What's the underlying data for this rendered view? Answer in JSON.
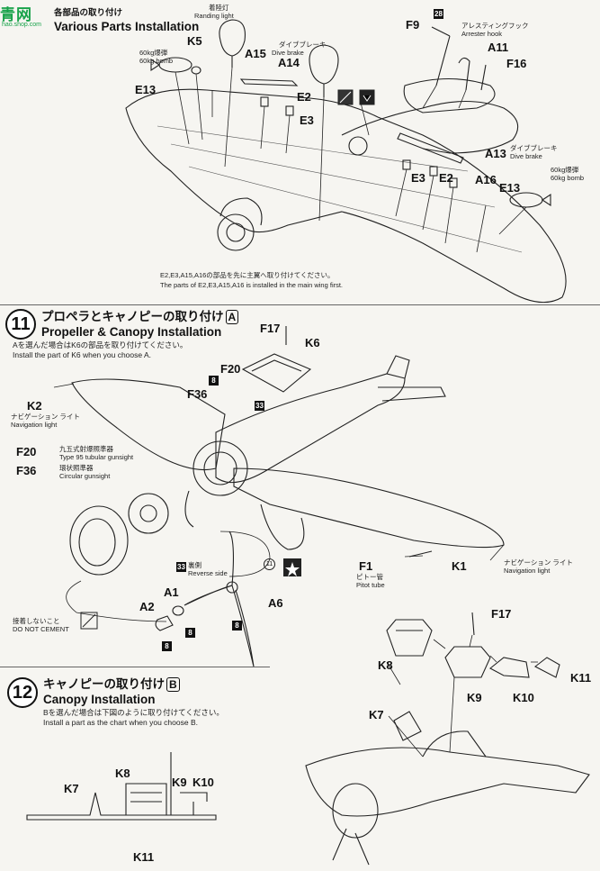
{
  "watermark": {
    "main": "青网",
    "sub": "hao.shop.com"
  },
  "step10": {
    "title_jp": "各部品の取り付け",
    "title_en": "Various Parts Installation",
    "parts": {
      "K5": "K5",
      "A15": "A15",
      "A14": "A14",
      "E2a": "E2",
      "E3a": "E3",
      "E13a": "E13",
      "F9": "F9",
      "A11": "A11",
      "F16": "F16",
      "A13": "A13",
      "E3b": "E3",
      "E2b": "E2",
      "A16": "A16",
      "E13b": "E13"
    },
    "notes": {
      "landing_light_jp": "着陸灯",
      "landing_light_en": "Randing light",
      "bomb_left_jp": "60kg爆弾",
      "bomb_left_en": "60kg bomb",
      "dive_brake_left_jp": "ダイブブレーキ",
      "dive_brake_left_en": "Dive brake",
      "arrester_jp": "アレスティングフック",
      "arrester_en": "Arrester hook",
      "dive_brake_right_jp": "ダイブブレーキ",
      "dive_brake_right_en": "Dive brake",
      "bomb_right_jp": "60kg爆弾",
      "bomb_right_en": "60kg bomb",
      "badge_28": "28"
    },
    "footnote_jp": "E2,E3,A15,A16の部品を先に主翼へ取り付けてください。",
    "footnote_en": "The parts of E2,E3,A15,A16 is installed in the main wing first."
  },
  "step11": {
    "number": "11",
    "title_jp": "プロペラとキャノピーの取り付け",
    "title_en": "Propeller & Canopy Installation",
    "option": "A",
    "instr_jp": "Aを選んだ場合はK6の部品を取り付けてください。",
    "instr_en": "Install the part of K6 when you choose A.",
    "parts": {
      "F17": "F17",
      "K6": "K6",
      "F20": "F20",
      "F36": "F36",
      "K2": "K2",
      "F1": "F1",
      "K1": "K1",
      "A1": "A1",
      "A2": "A2",
      "A6": "A6"
    },
    "notes": {
      "nav_light_left_jp": "ナビゲーション ライト",
      "nav_light_left_en": "Navigation light",
      "f20_jp": "九五式射爆照準器",
      "f20_en": "Type 95 tubular gunsight",
      "f36_jp": "環状照準器",
      "f36_en": "Circular gunsight",
      "pitot_jp": "ピトー管",
      "pitot_en": "Pitot tube",
      "nav_light_right_jp": "ナビゲーション ライト",
      "nav_light_right_en": "Navigation light",
      "reverse_jp": "裏側",
      "reverse_en": "Reverse side",
      "no_cement_jp": "接着しないこと",
      "no_cement_en": "DO NOT CEMENT",
      "badge_8": "8",
      "badge_33": "33",
      "circle_11": "11"
    }
  },
  "step12": {
    "number": "12",
    "title_jp": "キャノピーの取り付け",
    "title_en": "Canopy Installation",
    "option": "B",
    "instr_jp": "Bを選んだ場合は下図のように取り付けてください。",
    "instr_en": "Install a part as the  chart when you choose B.",
    "parts": {
      "F17": "F17",
      "K8": "K8",
      "K9": "K9",
      "K10": "K10",
      "K11": "K11",
      "K7": "K7"
    },
    "side_parts": {
      "K8": "K8",
      "K9": "K9",
      "K10": "K10",
      "K7": "K7",
      "K11": "K11"
    }
  }
}
